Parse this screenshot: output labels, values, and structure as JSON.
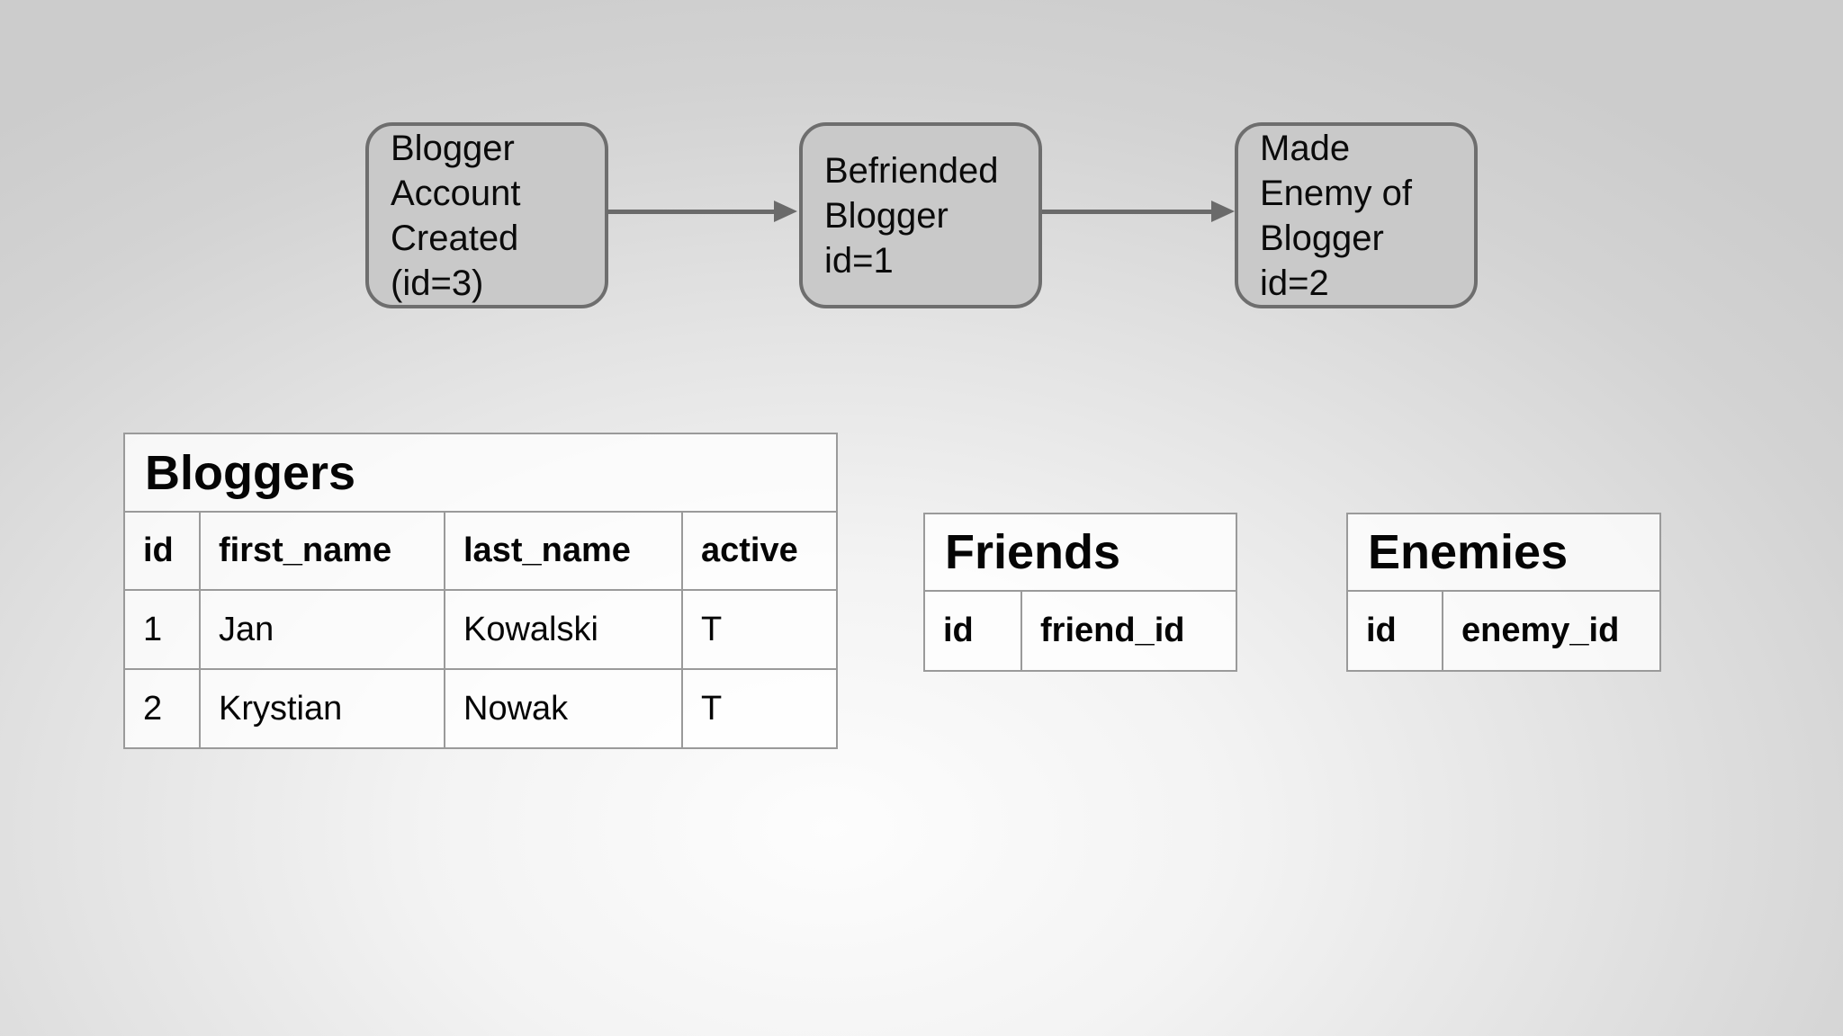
{
  "flow": {
    "nodes": [
      {
        "id": "node-1",
        "lines": [
          "Blogger",
          "Account",
          "Created",
          "(id=3)"
        ]
      },
      {
        "id": "node-2",
        "lines": [
          "Befriended",
          "Blogger",
          "id=1"
        ]
      },
      {
        "id": "node-3",
        "lines": [
          "Made",
          "Enemy of",
          "Blogger",
          "id=2"
        ]
      }
    ]
  },
  "tables": {
    "bloggers": {
      "title": "Bloggers",
      "columns": [
        "id",
        "first_name",
        "last_name",
        "active"
      ],
      "rows": [
        [
          "1",
          "Jan",
          "Kowalski",
          "T"
        ],
        [
          "2",
          "Krystian",
          "Nowak",
          "T"
        ]
      ]
    },
    "friends": {
      "title": "Friends",
      "columns": [
        "id",
        "friend_id"
      ],
      "rows": []
    },
    "enemies": {
      "title": "Enemies",
      "columns": [
        "id",
        "enemy_id"
      ],
      "rows": []
    }
  },
  "colors": {
    "node_fill": "#c9c9c9",
    "node_border": "#6e6e6e",
    "arrow": "#6a6a6a",
    "table_border": "#9a9a9a",
    "text": "#0b0b0b",
    "background_outer": "#cccccc",
    "background_center": "#fdfdfd"
  }
}
